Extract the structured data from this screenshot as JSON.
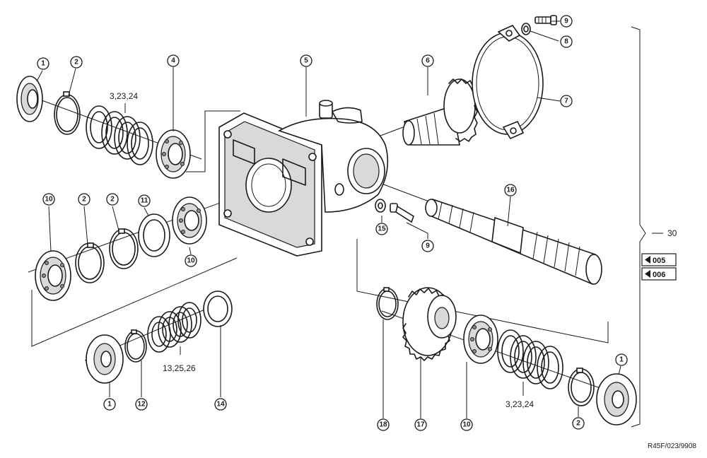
{
  "callouts": {
    "c1a": "1",
    "c2a": "2",
    "c4": "4",
    "c5": "5",
    "c6": "6",
    "c9a": "9",
    "c8": "8",
    "c7": "7",
    "c10a": "10",
    "c2b": "2",
    "c2c": "2",
    "c11": "11",
    "c10b": "10",
    "c16": "16",
    "c15": "15",
    "c9b": "9",
    "c1b": "1",
    "c12": "12",
    "c14": "14",
    "c18": "18",
    "c17": "17",
    "c10c": "10",
    "c2d": "2",
    "c1c": "1"
  },
  "labels": {
    "group_top_left": "3,23,24",
    "group_bottom_left": "13,25,26",
    "group_bottom_right": "3,23,24",
    "assembly": "30"
  },
  "refs": [
    "005",
    "006"
  ],
  "drawing_code": "R45F/023/9908"
}
